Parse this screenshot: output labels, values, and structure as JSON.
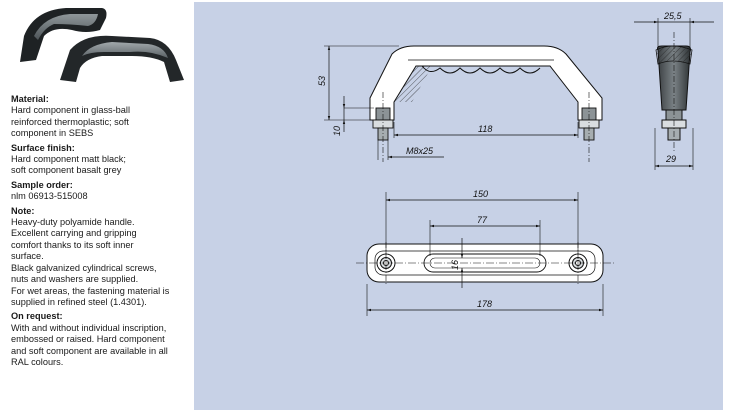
{
  "left_column": {
    "sections": [
      {
        "title": "Material:",
        "lines": [
          "Hard component in glass-ball",
          "reinforced thermoplastic; soft",
          "component in SEBS"
        ]
      },
      {
        "title": "Surface finish:",
        "lines": [
          "Hard component matt black;",
          "soft component basalt grey"
        ]
      },
      {
        "title": "Sample order:",
        "lines": [
          "nlm 06913-515008"
        ]
      },
      {
        "title": "Note:",
        "lines": [
          "Heavy-duty polyamide handle.",
          "Excellent carrying and gripping",
          "comfort thanks to its soft inner",
          "surface.",
          "Black galvanized cylindrical screws,",
          "nuts and washers are supplied.",
          "For wet areas, the fastening material is",
          "supplied in refined steel (1.4301)."
        ]
      },
      {
        "title": "On request:",
        "lines": [
          "With and without individual inscription,",
          "embossed or raised. Hard component",
          "and soft component are available in all",
          "RAL colours."
        ]
      }
    ]
  },
  "drawing": {
    "dimensions": {
      "height": "53",
      "base": "10",
      "span": "118",
      "thread": "M8x25",
      "depth_top": "25,5",
      "depth_bottom": "29",
      "hole_distance": "150",
      "slot_length": "77",
      "slot_width": "16",
      "overall_length": "178"
    }
  }
}
